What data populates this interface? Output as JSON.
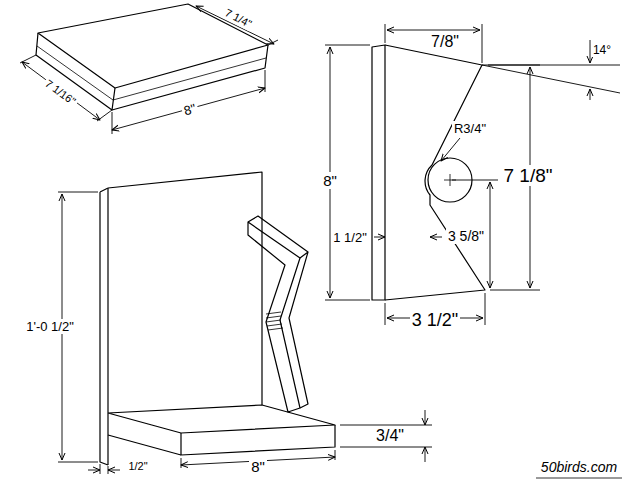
{
  "diagram": {
    "labels": [
      "7 1/4\"",
      "7 1/16\"",
      "8\"",
      "7/8\"",
      "14°",
      "8\"",
      "R3/4\"",
      "7 1/8\"",
      "1 1/2\"",
      "3 5/8\"",
      "3 1/2\"",
      "1'-0 1/2\"",
      "3/4\"",
      "1/2\"",
      "8\"",
      "50birds.com"
    ]
  }
}
